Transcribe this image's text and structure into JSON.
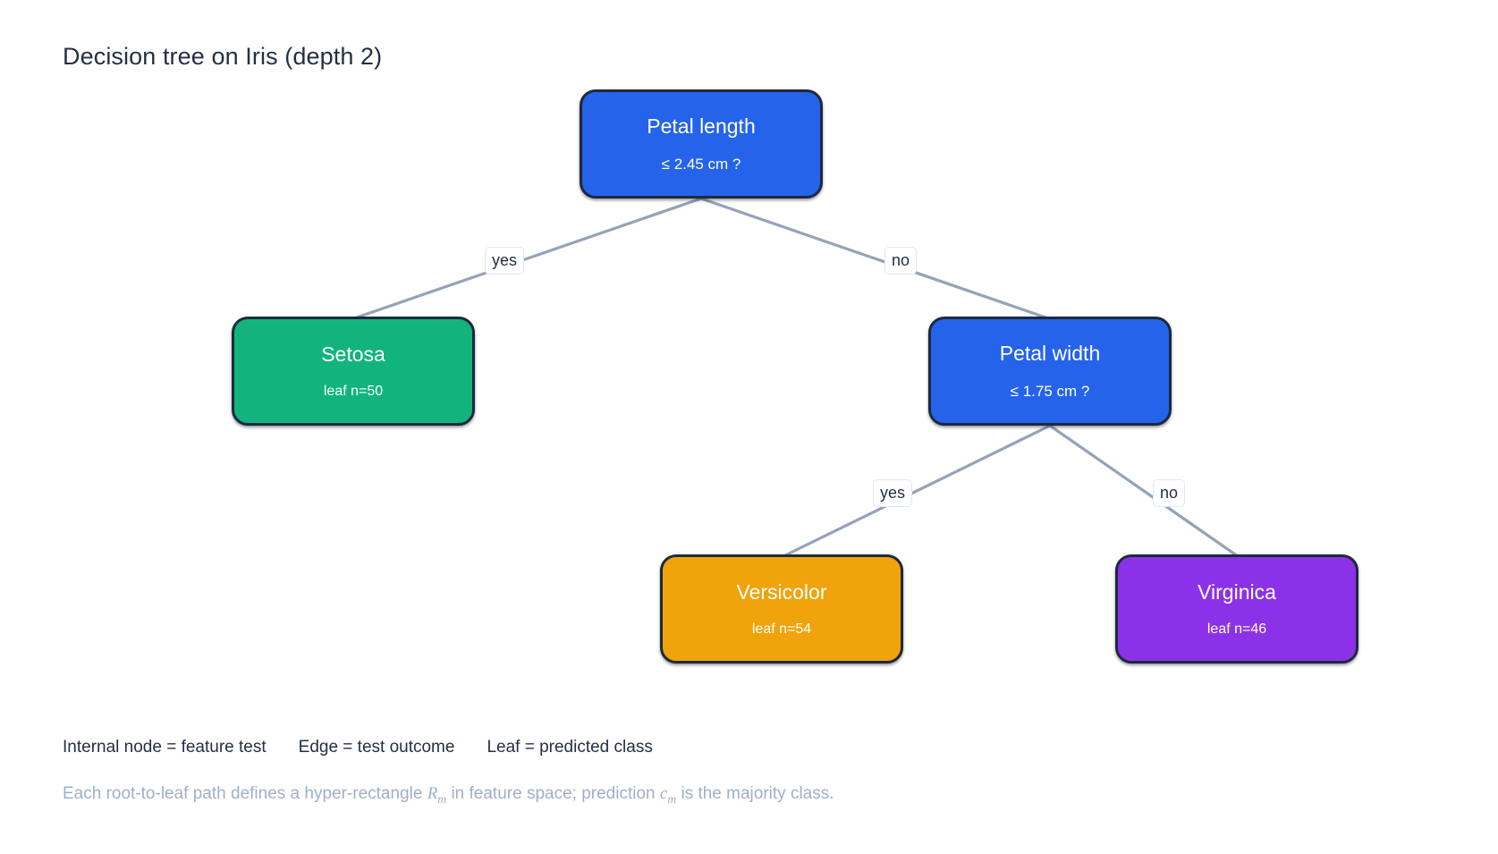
{
  "title": "Decision tree on Iris (depth 2)",
  "colors": {
    "internal_node": "#2563eb",
    "setosa": "#12b47e",
    "versicolor": "#f0a30a",
    "virginica": "#8b32e8",
    "node_border": "#1e293b",
    "edge_line": "#94a3b8",
    "title_text": "#243043",
    "caption_text": "#9fb0c6",
    "background": "#ffffff"
  },
  "tree": {
    "nodes": [
      {
        "id": "root",
        "kind": "internal",
        "title": "Petal length",
        "sub": "≤ 2.45 cm ?",
        "color": "#2563eb"
      },
      {
        "id": "setosa",
        "kind": "leaf",
        "title": "Setosa",
        "sub": "leaf  n=50",
        "n": 50,
        "color": "#12b47e"
      },
      {
        "id": "petal_width",
        "kind": "internal",
        "title": "Petal width",
        "sub": "≤ 1.75 cm ?",
        "color": "#2563eb"
      },
      {
        "id": "versicolor",
        "kind": "leaf",
        "title": "Versicolor",
        "sub": "leaf  n=54",
        "n": 54,
        "color": "#f0a30a"
      },
      {
        "id": "virginica",
        "kind": "leaf",
        "title": "Virginica",
        "sub": "leaf  n=46",
        "n": 46,
        "color": "#8b32e8"
      }
    ],
    "edges": [
      {
        "id": "root-setosa",
        "from": "root",
        "to": "setosa",
        "label": "yes"
      },
      {
        "id": "root-petalwidth",
        "from": "root",
        "to": "petal_width",
        "label": "no"
      },
      {
        "id": "petalwidth-versicolor",
        "from": "petal_width",
        "to": "versicolor",
        "label": "yes"
      },
      {
        "id": "petalwidth-virginica",
        "from": "petal_width",
        "to": "virginica",
        "label": "no"
      }
    ]
  },
  "legend": {
    "items": [
      "Internal node = feature test",
      "Edge = test outcome",
      "Leaf = predicted class"
    ]
  },
  "caption": {
    "part1": "Each root-to-leaf path defines a hyper-rectangle ",
    "var1": "R",
    "var1_sub": "m",
    "part2": " in feature space; prediction ",
    "var2": "c",
    "var2_sub": "m",
    "part3": " is the majority class."
  }
}
